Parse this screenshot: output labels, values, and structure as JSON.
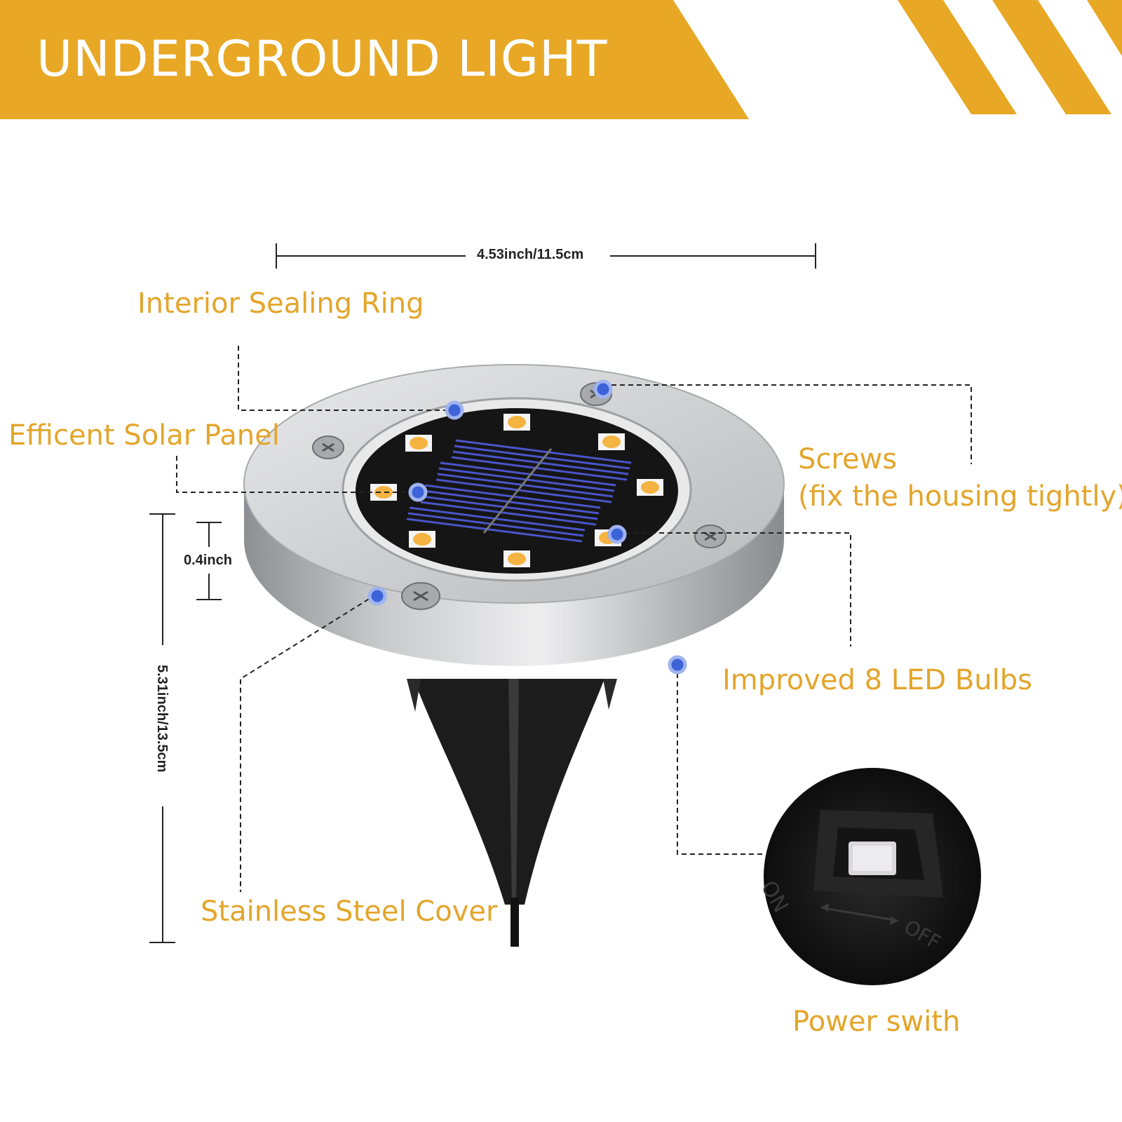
{
  "banner": {
    "title": "UNDERGROUND LIGHT",
    "color": "#e8a825"
  },
  "labels": {
    "interior_sealing_ring": "Interior Sealing Ring",
    "efficient_solar_panel": "Efficent Solar Panel",
    "screws_line1": "Screws",
    "screws_line2": "(fix the housing tightly)",
    "led_bulbs": "Improved 8 LED Bulbs",
    "steel_cover": "Stainless Steel Cover",
    "power_switch": "Power swith"
  },
  "dimensions": {
    "width": "4.53inch/11.5cm",
    "thickness": "0.4inch",
    "height": "5.31inch/13.5cm"
  },
  "switch": {
    "on": "ON",
    "off": "OFF"
  },
  "colors": {
    "accent": "#e3a52b",
    "marker": "#3d63d8",
    "steel": "#c9cacc",
    "panel": "#151515",
    "solar_line": "#4a55c8",
    "led": "#f5b441"
  }
}
